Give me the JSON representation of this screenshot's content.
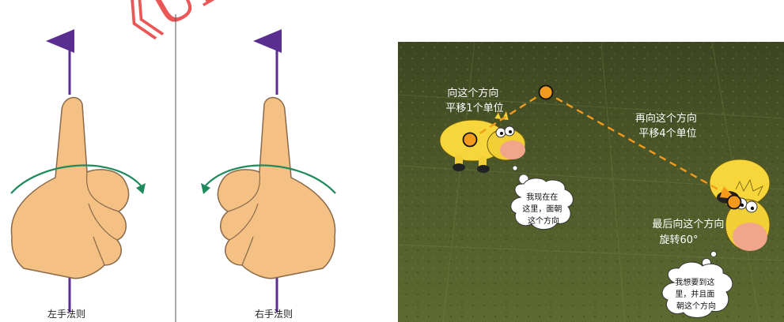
{
  "watermark": "《Un",
  "left_panel": {
    "caption": "左手法则",
    "axis_color": "#5a2d91",
    "arrow_color": "#1f8a5c"
  },
  "right_panel": {
    "caption": "右手法则",
    "axis_color": "#5a2d91",
    "arrow_color": "#1f8a5c"
  },
  "scene": {
    "label_move1": [
      "向这个方向",
      "平移1个单位"
    ],
    "label_move2": [
      "再向这个方向",
      "平移4个单位"
    ],
    "label_rotate": [
      "最后向这个方向",
      "旋转60°"
    ],
    "bubble1": [
      "我现在在",
      "这里，面朝",
      "这个方向"
    ],
    "bubble2": [
      "我想要到这",
      "里，并且面",
      "朝这个方向"
    ],
    "path_color": "#f39a1c",
    "point_color": "#f39a1c"
  }
}
